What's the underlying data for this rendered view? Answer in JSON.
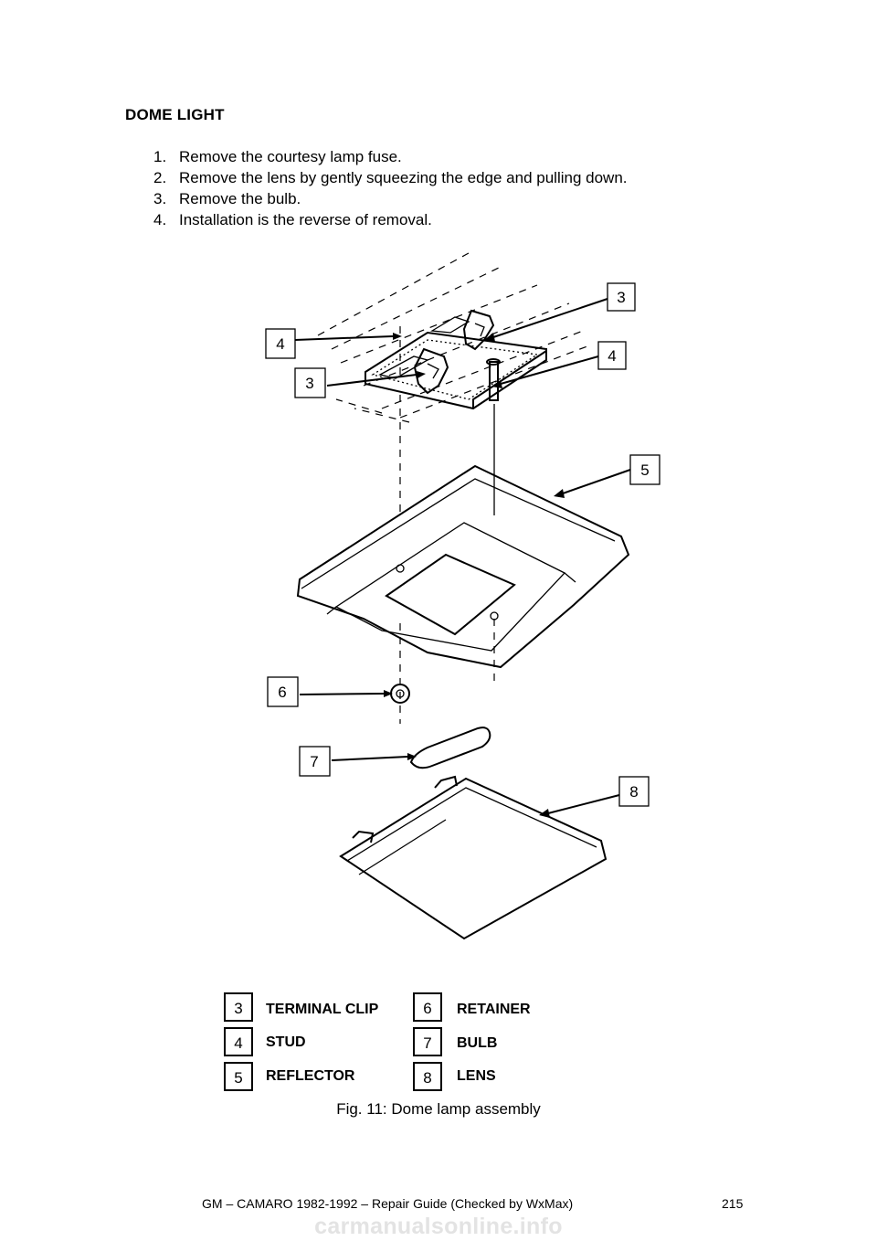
{
  "section": {
    "heading": "DOME LIGHT"
  },
  "steps": [
    {
      "num": "1.",
      "text": "Remove the courtesy lamp fuse."
    },
    {
      "num": "2.",
      "text": "Remove the lens by gently squeezing the edge and pulling down."
    },
    {
      "num": "3.",
      "text": "Remove the bulb."
    },
    {
      "num": "4.",
      "text": "Installation is the reverse of removal."
    }
  ],
  "figure": {
    "callouts": {
      "c3a": "3",
      "c4a": "4",
      "c4b": "4",
      "c3b": "3",
      "c5": "5",
      "c6": "6",
      "c7": "7",
      "c8": "8"
    },
    "legend": [
      {
        "num": "3",
        "label": "TERMINAL CLIP"
      },
      {
        "num": "4",
        "label": "STUD"
      },
      {
        "num": "5",
        "label": "REFLECTOR"
      },
      {
        "num": "6",
        "label": "RETAINER"
      },
      {
        "num": "7",
        "label": "BULB"
      },
      {
        "num": "8",
        "label": "LENS"
      }
    ],
    "caption": "Fig. 11: Dome lamp assembly"
  },
  "footer": {
    "text": "GM – CAMARO 1982-1992 – Repair Guide (Checked by WxMax)",
    "page_number": "215"
  },
  "watermark": "carmanualsonline.info"
}
